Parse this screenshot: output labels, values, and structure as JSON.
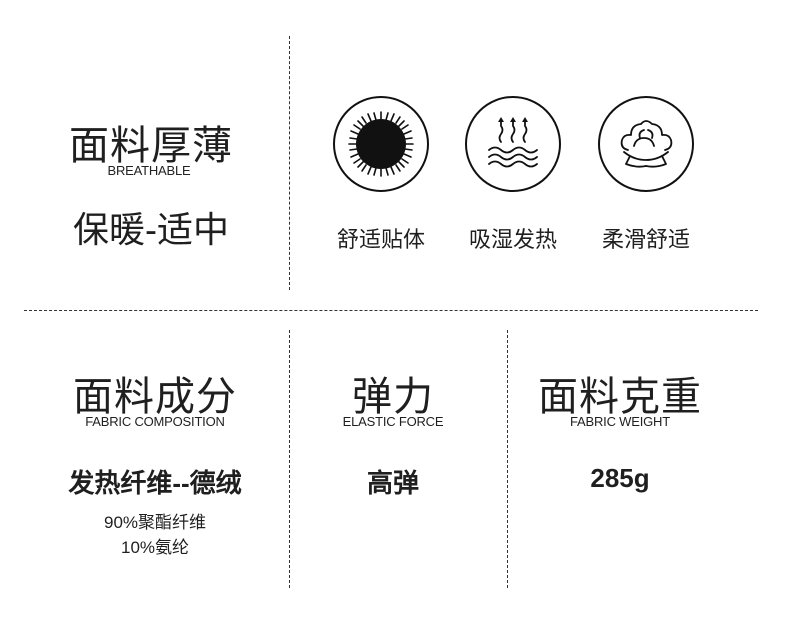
{
  "thickness": {
    "title": "面料厚薄",
    "subtitle": "BREATHABLE",
    "value": "保暖-适中"
  },
  "features": [
    {
      "label": "舒适贴体",
      "icon": "fluffy-fur-ball-icon"
    },
    {
      "label": "吸湿发热",
      "icon": "heat-waves-icon"
    },
    {
      "label": "柔滑舒适",
      "icon": "cotton-flower-icon"
    }
  ],
  "composition": {
    "title": "面料成分",
    "subtitle": "FABRIC COMPOSITION",
    "value": "发热纤维--德绒",
    "details": [
      "90%聚酯纤维",
      "10%氨纶"
    ]
  },
  "elasticity": {
    "title": "弹力",
    "subtitle": "ELASTIC FORCE",
    "value": "高弹"
  },
  "weight": {
    "title": "面料克重",
    "subtitle": "FABRIC WEIGHT",
    "value": "285g"
  }
}
